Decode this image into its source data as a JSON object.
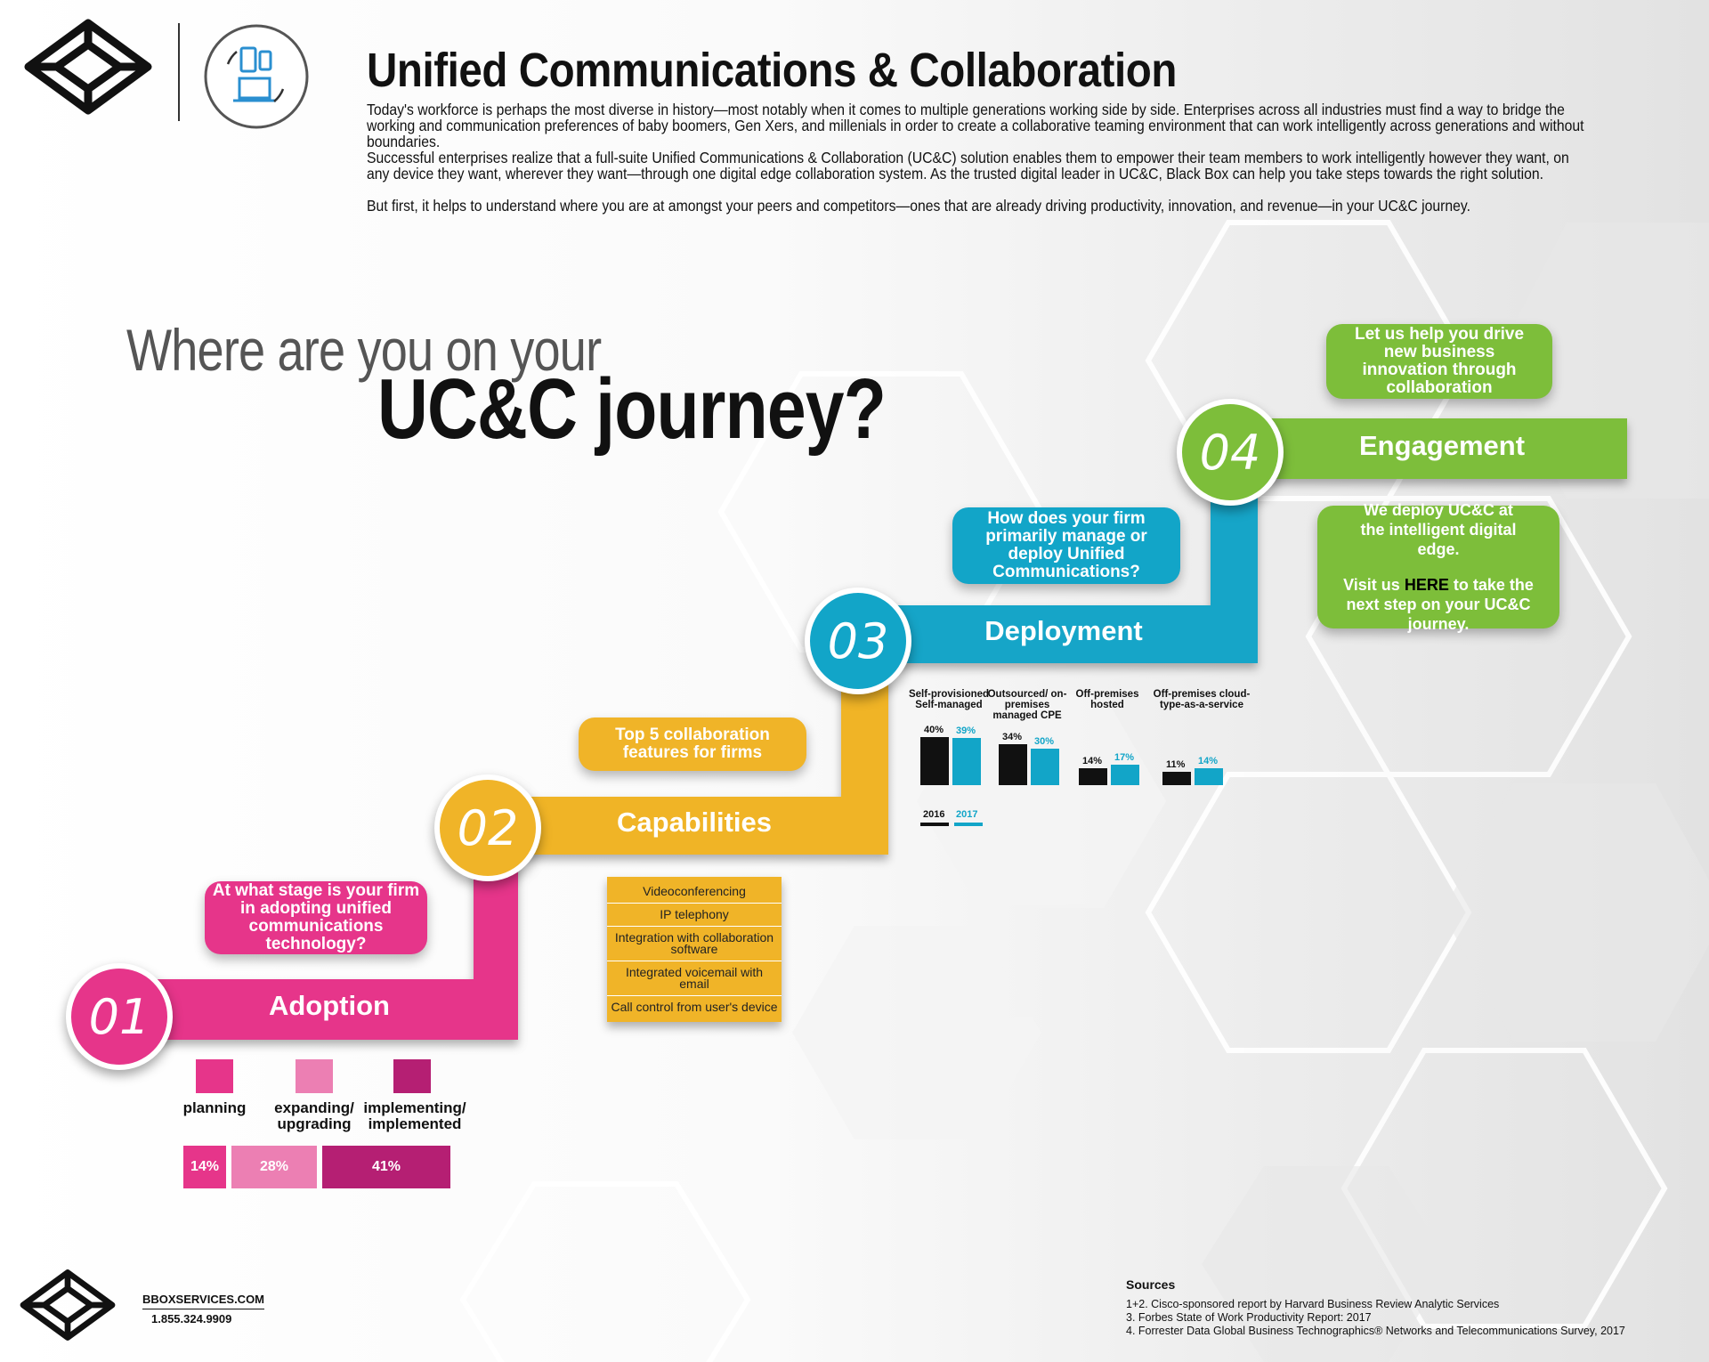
{
  "header": {
    "title": "Unified Communications & Collaboration",
    "intro_paragraphs": [
      "Today's workforce is perhaps the most diverse in history—most notably when it comes to multiple generations working side by side. Enterprises across all industries must find a way to bridge the working and communication preferences of baby boomers, Gen Xers, and millenials in order to create a collaborative teaming environment that can work intelligently across generations and without boundaries.",
      "Successful enterprises realize that a full-suite Unified Communications & Collaboration (UC&C) solution enables them to empower their team members to work intelligently however they want, on any device they want, wherever they want—through one digital edge collaboration system. As the trusted digital leader in UC&C, Black Box can help you take steps towards the right solution.",
      "But first, it helps to understand where you are at amongst your peers and competitors—ones that are already driving productivity, innovation, and revenue—in your UC&C journey."
    ]
  },
  "headline": {
    "line1": "Where are you on your",
    "line2": "UC&C journey?"
  },
  "steps": {
    "adoption": {
      "number": "01",
      "label": "Adoption",
      "color": "#e6358a",
      "question": "At what stage is your firm in adopting unified communications technology?",
      "legend": [
        "planning",
        "expanding/ upgrading",
        "implementing/ implemented"
      ],
      "legend_colors": [
        "#e6358a",
        "#ec7fb3",
        "#b51f73"
      ],
      "percents": [
        "14%",
        "28%",
        "41%"
      ]
    },
    "capabilities": {
      "number": "02",
      "label": "Capabilities",
      "color": "#f0b428",
      "question": "Top 5 collaboration features for firms",
      "features": [
        "Videoconferencing",
        "IP telephony",
        "Integration with collaboration software",
        "Integrated voicemail with email",
        "Call control from user's device"
      ]
    },
    "deployment": {
      "number": "03",
      "label": "Deployment",
      "color": "#12a5c8",
      "question": "How does your firm primarily manage or deploy Unified Communications?"
    },
    "engagement": {
      "number": "04",
      "label": "Engagement",
      "color": "#7dbe3a",
      "top_note": "Let us help you drive new business innovation through collaboration",
      "bottom_note_line1": "We deploy UC&C at the intelligent digital edge.",
      "bottom_note_prefix": "Visit us",
      "bottom_note_link": "HERE",
      "bottom_note_suffix": "to take the next step on your UC&C journey."
    }
  },
  "chart_data": {
    "type": "bar",
    "categories": [
      "Self-provisioned Self-managed",
      "Outsourced/ on-premises managed CPE",
      "Off-premises hosted",
      "Off-premises cloud-type-as-a-service"
    ],
    "series": [
      {
        "name": "2016",
        "values": [
          40,
          34,
          14,
          11
        ],
        "color": "#111111"
      },
      {
        "name": "2017",
        "values": [
          39,
          30,
          17,
          14
        ],
        "color": "#12a5c8"
      }
    ],
    "value_labels": [
      [
        "40%",
        "39%"
      ],
      [
        "34%",
        "30%"
      ],
      [
        "14%",
        "17%"
      ],
      [
        "11%",
        "14%"
      ]
    ],
    "legend": [
      "2016",
      "2017"
    ],
    "ylim": [
      0,
      40
    ]
  },
  "footer": {
    "site": "BBOXSERVICES.COM",
    "phone": "1.855.324.9909",
    "sources_title": "Sources",
    "sources": [
      "1+2.  Cisco-sponsored report by Harvard Business Review Analytic Services",
      "3.  Forbes State of Work Productivity Report: 2017",
      "4.  Forrester Data Global Business Technographics® Networks and Telecommunications Survey, 2017"
    ]
  }
}
